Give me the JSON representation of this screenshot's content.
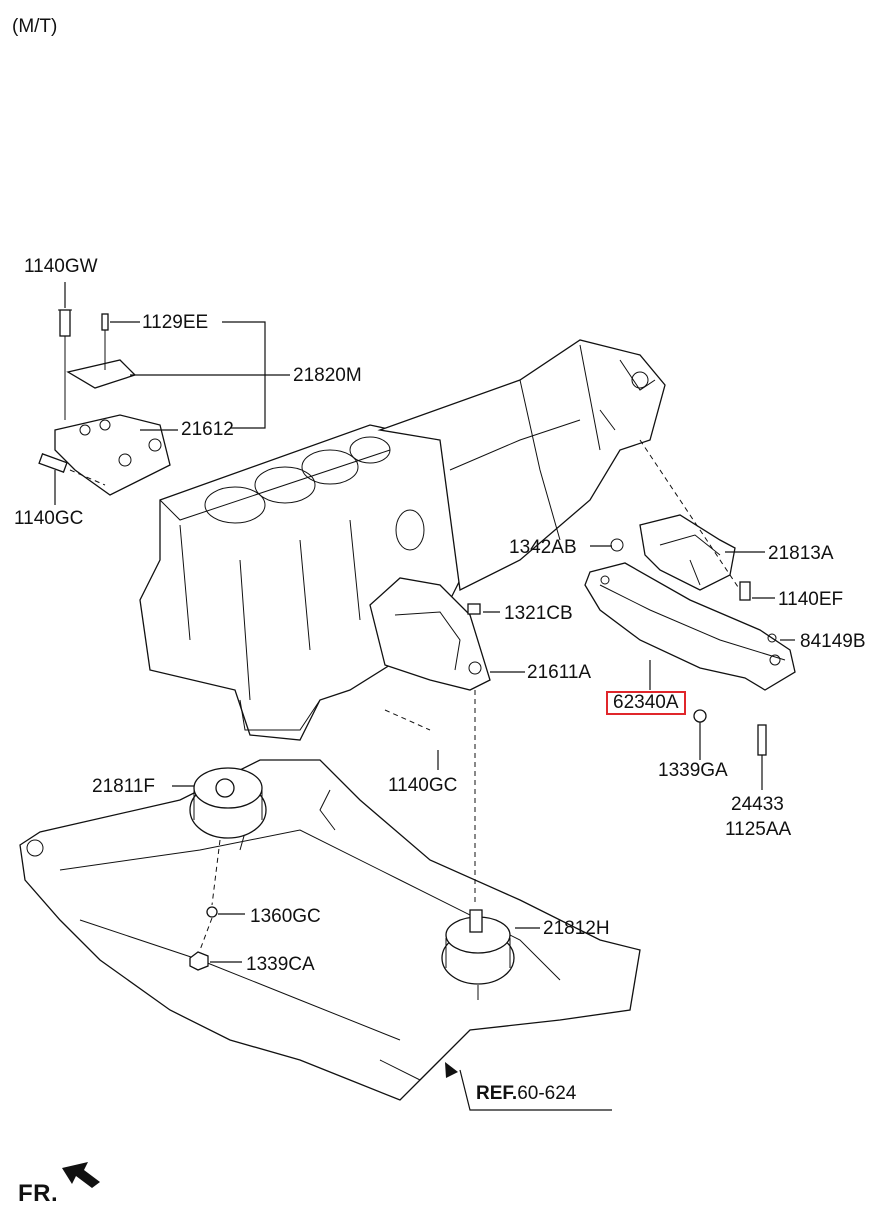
{
  "variant_label": "(M/T)",
  "front_label": "FR.",
  "reference": {
    "prefix": "REF.",
    "number": "60-624"
  },
  "callouts": [
    {
      "id": "1140GW_top",
      "text": "1140GW"
    },
    {
      "id": "1129EE",
      "text": "1129EE"
    },
    {
      "id": "21820M",
      "text": "21820M"
    },
    {
      "id": "21612",
      "text": "21612"
    },
    {
      "id": "1140GC_left",
      "text": "1140GC"
    },
    {
      "id": "1342AB",
      "text": "1342AB"
    },
    {
      "id": "21813A",
      "text": "21813A"
    },
    {
      "id": "1140EF",
      "text": "1140EF"
    },
    {
      "id": "1321CB",
      "text": "1321CB"
    },
    {
      "id": "84149B",
      "text": "84149B"
    },
    {
      "id": "21611A",
      "text": "21611A"
    },
    {
      "id": "62340A",
      "text": "62340A",
      "highlighted": true
    },
    {
      "id": "1140GC_mid",
      "text": "1140GC"
    },
    {
      "id": "1339GA",
      "text": "1339GA"
    },
    {
      "id": "21811F",
      "text": "21811F"
    },
    {
      "id": "24433",
      "text": "24433"
    },
    {
      "id": "1125AA",
      "text": "1125AA"
    },
    {
      "id": "1360GC",
      "text": "1360GC"
    },
    {
      "id": "21812H",
      "text": "21812H"
    },
    {
      "id": "1339CA",
      "text": "1339CA"
    }
  ],
  "colors": {
    "highlight": "#e0262b",
    "line": "#111111"
  }
}
